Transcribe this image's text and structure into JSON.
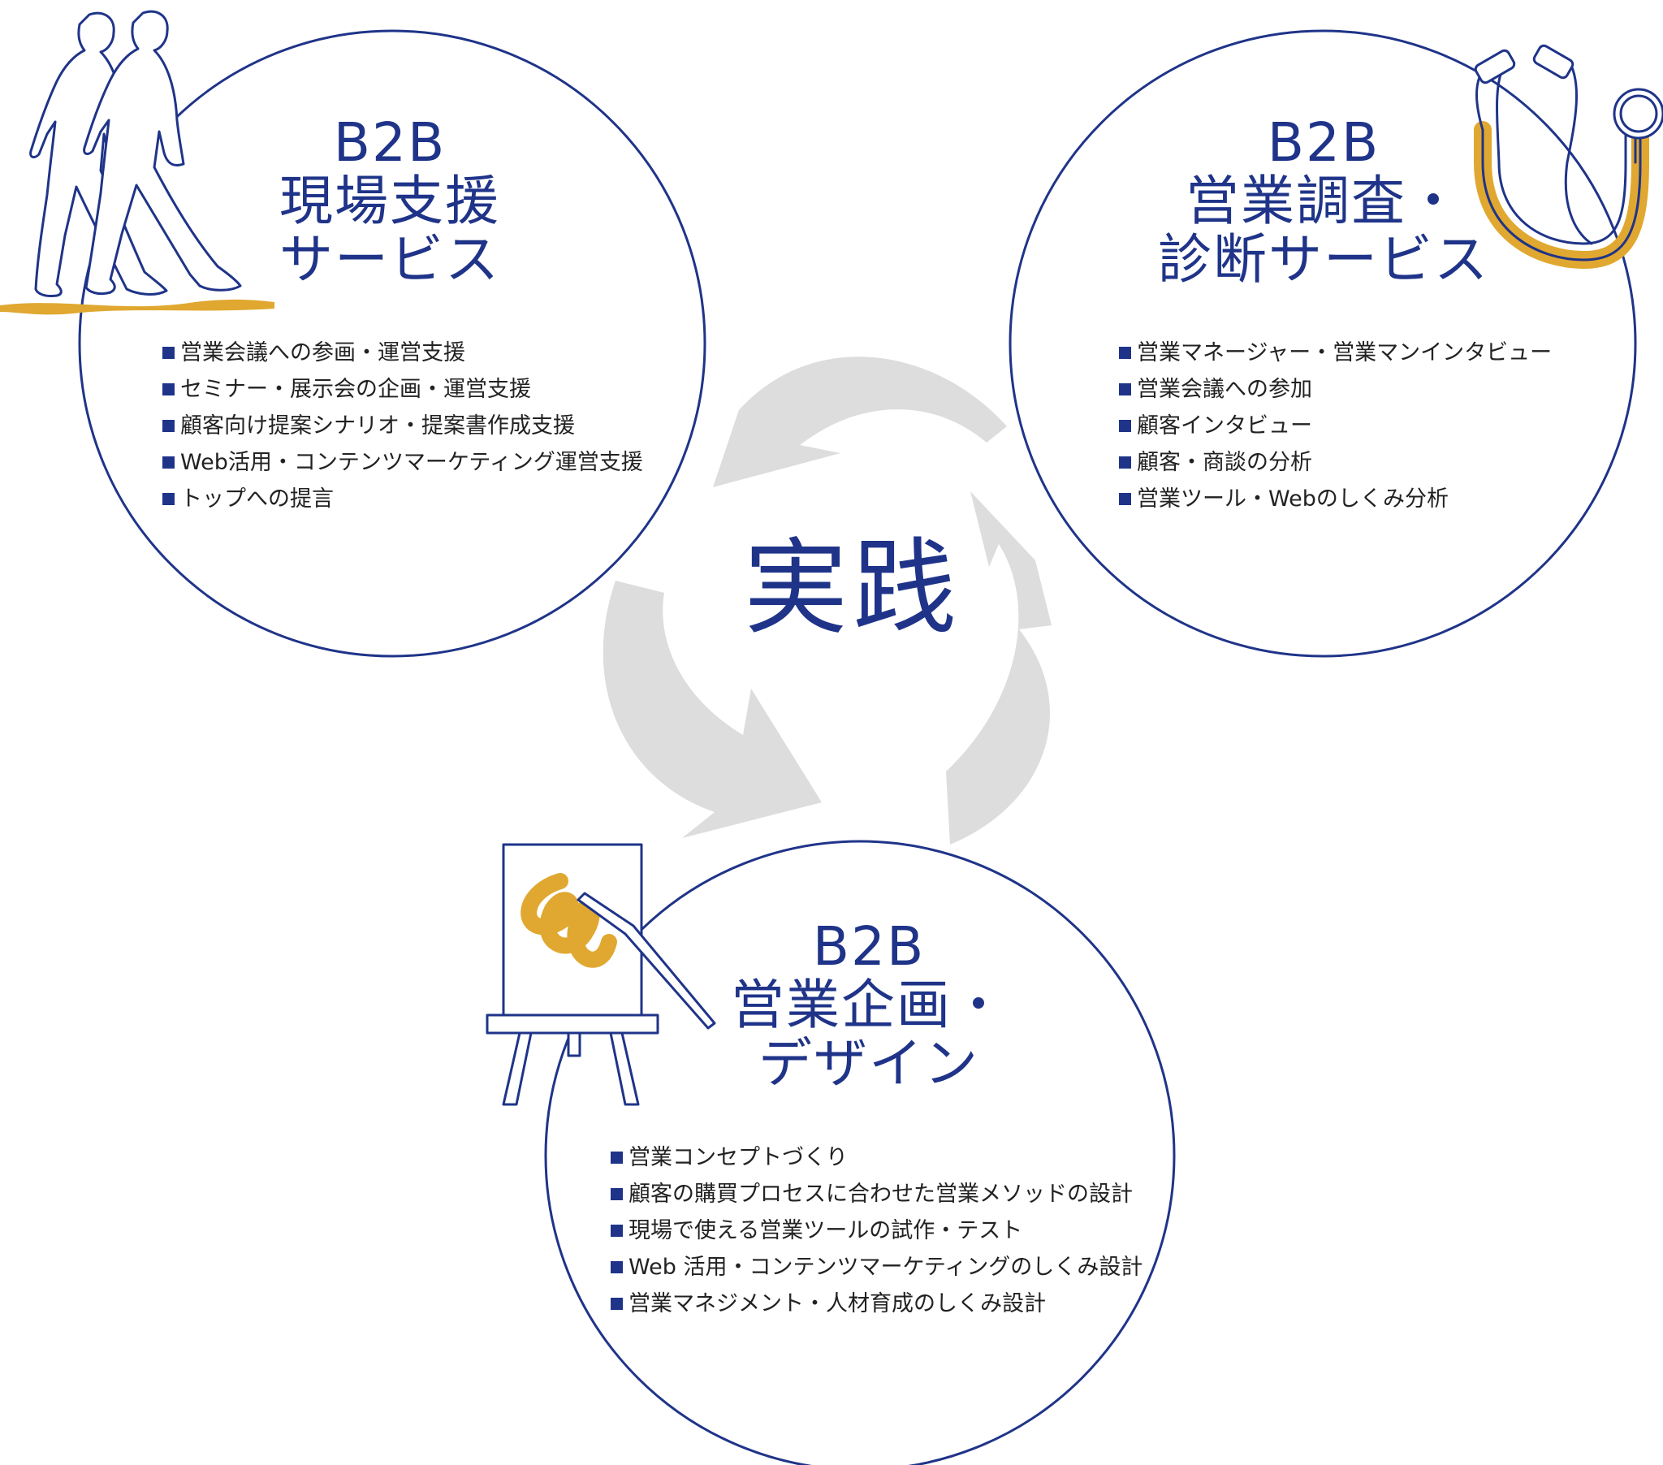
{
  "center": {
    "label": "実践"
  },
  "circles": [
    {
      "id": "field-support",
      "title_lines": [
        "B2B",
        "現場支援",
        "サービス"
      ],
      "items": [
        "営業会議への参画・運営支援",
        "セミナー・展示会の企画・運営支援",
        "顧客向け提案シナリオ・提案書作成支援",
        "Web活用・コンテンツマーケティング運営支援",
        "トップへの提言"
      ],
      "icon": "walking-people-icon"
    },
    {
      "id": "research-diagnosis",
      "title_lines": [
        "B2B",
        "営業調査・",
        "診断サービス"
      ],
      "items": [
        "営業マネージャー・営業マンインタビュー",
        "営業会議への参加",
        "顧客インタビュー",
        "顧客・商談の分析",
        "営業ツール・Webのしくみ分析"
      ],
      "icon": "stethoscope-icon"
    },
    {
      "id": "planning-design",
      "title_lines": [
        "B2B",
        "営業企画・",
        "デザイン"
      ],
      "items": [
        "営業コンセプトづくり",
        "顧客の購買プロセスに合わせた営業メソッドの設計",
        "現場で使える営業ツールの試作・テスト",
        "Web 活用・コンテンツマーケティングのしくみ設計",
        "営業マネジメント・人材育成のしくみ設計"
      ],
      "icon": "easel-paintbrush-icon"
    }
  ],
  "colors": {
    "navy": "#1f3489",
    "gold": "#e0a830",
    "arrow_gray": "#dddddd",
    "text": "#222222"
  }
}
